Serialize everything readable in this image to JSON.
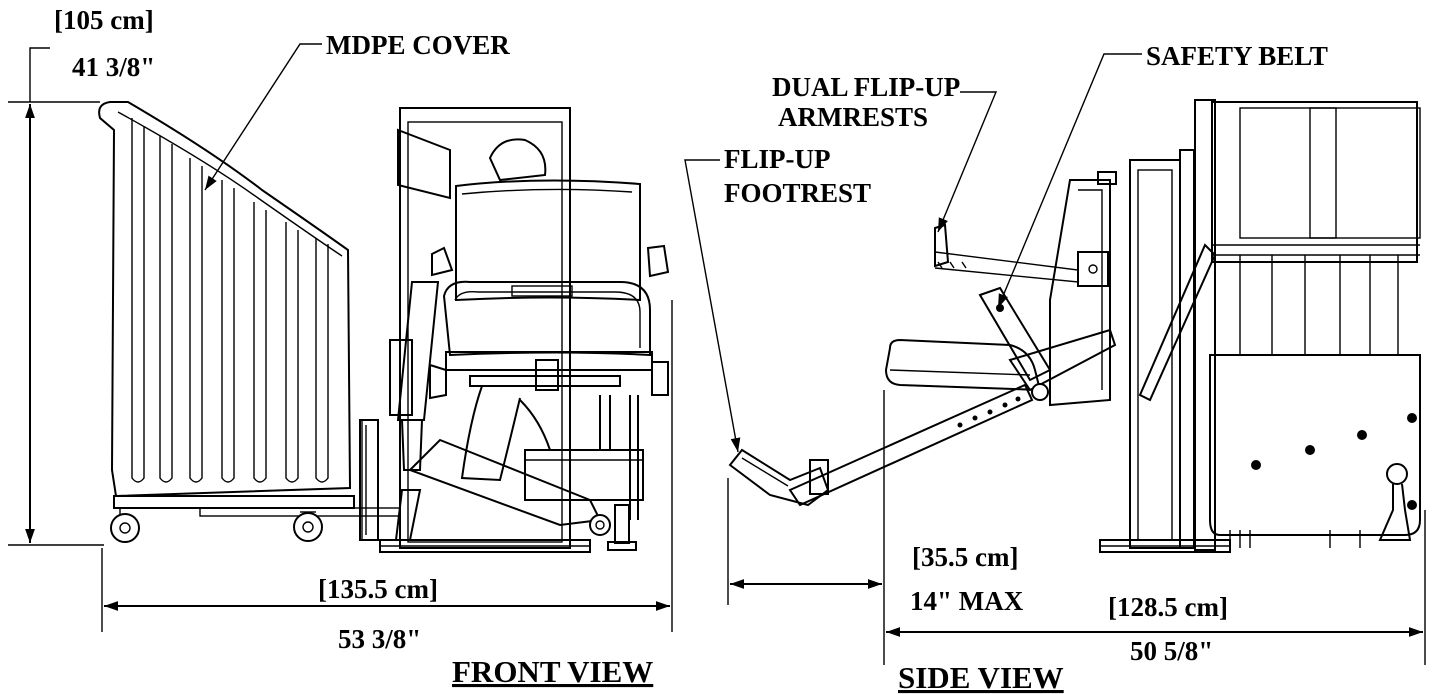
{
  "labels": {
    "mdpe_cover": "MDPE COVER",
    "safety_belt": "SAFETY BELT",
    "dual_flipup_line1": "DUAL FLIP-UP",
    "dual_flipup_line2": "ARMRESTS",
    "flipup_line1": "FLIP-UP",
    "flipup_line2": "FOOTREST"
  },
  "dimensions": {
    "height_metric": "[105 cm]",
    "height_imperial": "41 3/8\"",
    "front_width_metric": "[135.5 cm]",
    "front_width_imperial": "53 3/8\"",
    "footrest_metric": "[35.5 cm]",
    "footrest_imperial": "14\" MAX",
    "side_width_metric": "[128.5 cm]",
    "side_width_imperial": "50 5/8\""
  },
  "views": {
    "front": "FRONT VIEW",
    "side": "SIDE VIEW"
  }
}
